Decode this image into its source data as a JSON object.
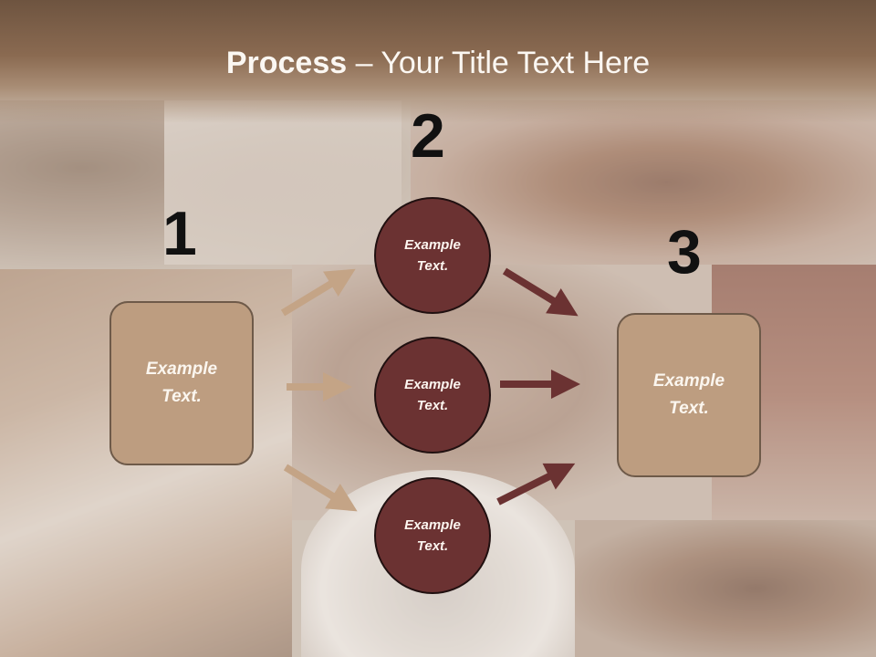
{
  "title": {
    "bold": "Process",
    "rest": " – Your Title Text Here"
  },
  "steps": [
    {
      "number": "1",
      "box_text": "Example Text."
    },
    {
      "number": "2",
      "circles": [
        "Example Text.",
        "Example Text.",
        "Example Text."
      ]
    },
    {
      "number": "3",
      "box_text": "Example Text."
    }
  ],
  "colors": {
    "title_band": "#8a6a51",
    "box_fill": "#bd9d80",
    "circle_fill": "#6b3232",
    "arrow_light": "#c4a486",
    "arrow_dark": "#6b3232"
  }
}
